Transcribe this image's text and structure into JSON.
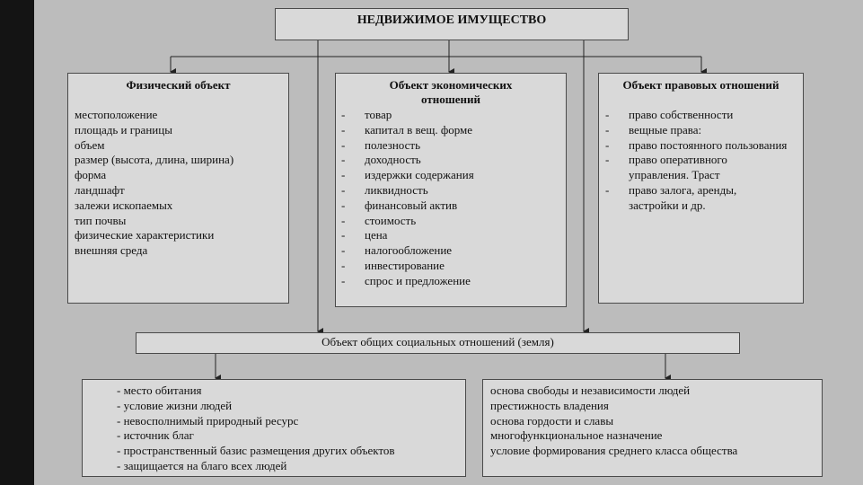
{
  "root": {
    "title": "НЕДВИЖИМОЕ ИМУЩЕСТВО"
  },
  "physical": {
    "title": "Физический объект",
    "items": [
      "местоположение",
      "площадь и границы",
      "объем",
      "размер (высота, длина, ширина)",
      "форма",
      "ландшафт",
      "залежи ископаемых",
      "тип почвы",
      "физические характеристики",
      "внешняя среда"
    ]
  },
  "economic": {
    "title_line1": "Объект экономических",
    "title_line2": "отношений",
    "dash": "-",
    "items": [
      "товар",
      "капитал в вещ. форме",
      "полезность",
      "доходность",
      "издержки содержания",
      "ликвидность",
      "финансовый актив",
      "стоимость",
      "цена",
      "налогообложение",
      "инвестирование",
      "спрос и предложение"
    ]
  },
  "legal": {
    "title": "Объект правовых отношений",
    "dash": "-",
    "items": [
      "право собственности",
      "вещные права:",
      "право постоянного пользования",
      "право оперативного",
      "управления. Траст",
      "право залога, аренды,",
      "застройки и др."
    ]
  },
  "social": {
    "title": "Объект общих социальных отношений (земля)"
  },
  "bottom_left": {
    "items": [
      "- место обитания",
      "- условие жизни людей",
      "- невосполнимый природный ресурс",
      "- источник благ",
      "- пространственный базис размещения других объектов",
      "- защищается на благо всех людей"
    ]
  },
  "bottom_right": {
    "items": [
      "основа свободы и независимости людей",
      "престижность владения",
      "основа гордости и славы",
      "многофункциональное назначение",
      "условие формирования среднего класса общества"
    ]
  }
}
